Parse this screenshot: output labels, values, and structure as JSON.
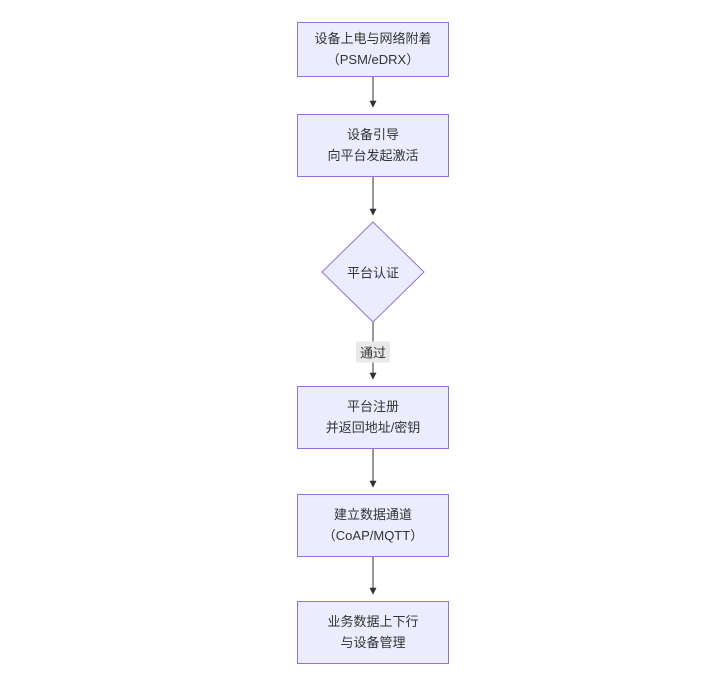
{
  "diagram": {
    "type": "flowchart",
    "direction": "top-down",
    "colors": {
      "node_fill": "#ECECFF",
      "node_border": "#9370DB",
      "edge_color": "#333333",
      "text_color": "#333333",
      "edge_label_bg": "#e8e8e8"
    },
    "nodes": [
      {
        "shape": "rect",
        "lines": [
          "设备上电与网络附着",
          "（PSM/eDRX）"
        ]
      },
      {
        "shape": "rect",
        "lines": [
          "设备引导",
          "向平台发起激活"
        ]
      },
      {
        "shape": "diamond",
        "lines": [
          "平台认证"
        ]
      },
      {
        "shape": "rect",
        "lines": [
          "平台注册",
          "并返回地址/密钥"
        ]
      },
      {
        "shape": "rect",
        "lines": [
          "建立数据通道",
          "（CoAP/MQTT）"
        ]
      },
      {
        "shape": "rect",
        "lines": [
          "业务数据上下行",
          "与设备管理"
        ]
      }
    ],
    "edges": [
      {
        "from": 0,
        "to": 1,
        "label": ""
      },
      {
        "from": 1,
        "to": 2,
        "label": ""
      },
      {
        "from": 2,
        "to": 3,
        "label": "通过"
      },
      {
        "from": 3,
        "to": 4,
        "label": ""
      },
      {
        "from": 4,
        "to": 5,
        "label": ""
      }
    ]
  }
}
